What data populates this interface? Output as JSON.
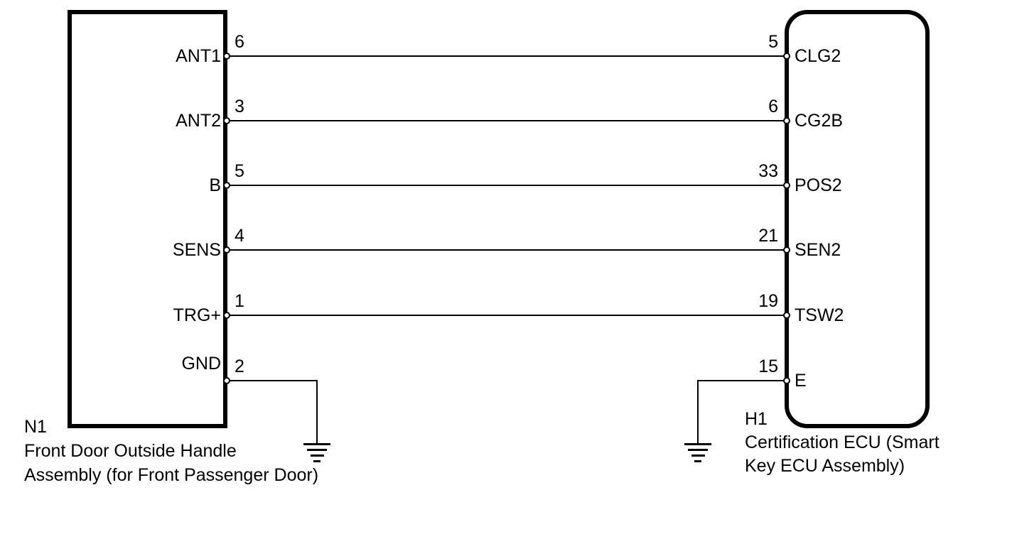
{
  "diagram": {
    "type": "wiring-diagram",
    "background_color": "#ffffff",
    "line_color": "#000000",
    "left_connector": {
      "code": "N1",
      "name_line1": "Front Door Outside Handle",
      "name_line2": "Assembly (for Front Passenger Door)",
      "pins": [
        {
          "label": "ANT1",
          "number": "6"
        },
        {
          "label": "ANT2",
          "number": "3"
        },
        {
          "label": "B",
          "number": "5"
        },
        {
          "label": "SENS",
          "number": "4"
        },
        {
          "label": "TRG+",
          "number": "1"
        },
        {
          "label": "GND",
          "number": "2"
        }
      ]
    },
    "right_connector": {
      "code": "H1",
      "name_line1": "Certification ECU (Smart",
      "name_line2": "Key ECU Assembly)",
      "pins": [
        {
          "label": "CLG2",
          "number": "5"
        },
        {
          "label": "CG2B",
          "number": "6"
        },
        {
          "label": "POS2",
          "number": "33"
        },
        {
          "label": "SEN2",
          "number": "21"
        },
        {
          "label": "TSW2",
          "number": "19"
        },
        {
          "label": "E",
          "number": "15"
        }
      ]
    },
    "wires": [
      {
        "from": "N1 ANT1 (6)",
        "to": "H1 CLG2 (5)"
      },
      {
        "from": "N1 ANT2 (3)",
        "to": "H1 CG2B (6)"
      },
      {
        "from": "N1 B (5)",
        "to": "H1 POS2 (33)"
      },
      {
        "from": "N1 SENS (4)",
        "to": "H1 SEN2 (21)"
      },
      {
        "from": "N1 TRG+ (1)",
        "to": "H1 TSW2 (19)"
      },
      {
        "from": "N1 GND (2)",
        "to": "ground"
      },
      {
        "from": "H1 E (15)",
        "to": "ground"
      }
    ]
  }
}
